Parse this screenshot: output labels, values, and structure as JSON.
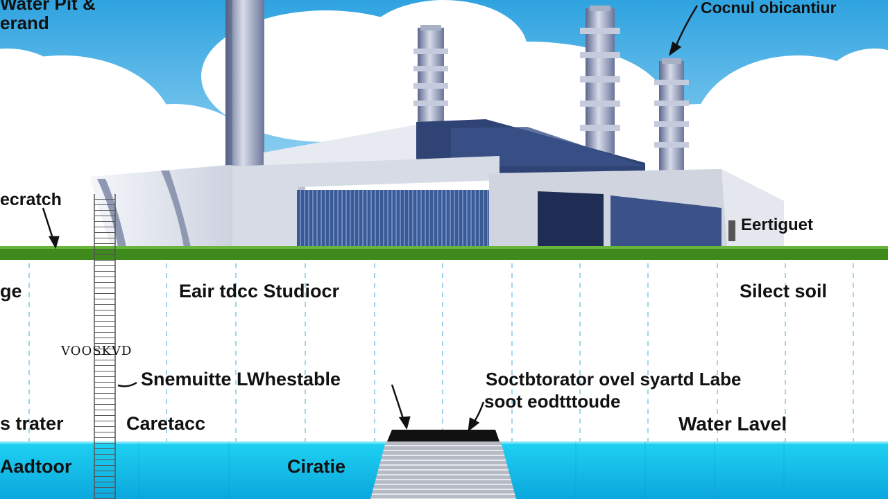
{
  "diagram": {
    "labels": {
      "top_left_1": "Water Pit &",
      "top_left_2": "erand",
      "top_right": "Cocnul obicantiur",
      "left_upper": "ecratch",
      "right_upper": "Eertiguet",
      "left_edge_mid": "ge",
      "center_mid": "Eair tdcc Studiocr",
      "right_mid": "Silect soil",
      "small_squiggle": "VOOSKVD",
      "watertable": "Snemuitte LWhestable",
      "right_block_1": "Soctbtorator ovel syartd Labe",
      "right_block_2": "soot eodtttoude",
      "left_lower": "s trater",
      "center_left_lower": "Caretacc",
      "water_level": "Water Lavel",
      "bottom_left": "Aadtoor",
      "bottom_center": "Ciratie"
    },
    "colors": {
      "sky": "#4fb3e8",
      "cloud": "#ffffff",
      "ground": "#3f8a1c",
      "water": "#17c8ec",
      "building_light": "#d9dde6",
      "building_dark": "#2c3f6e",
      "panel_blue": "#3d5f9a",
      "stack": "#8d97b5",
      "dash_line": "#7fc7e6"
    },
    "icons": [
      "arrow-icon"
    ]
  }
}
